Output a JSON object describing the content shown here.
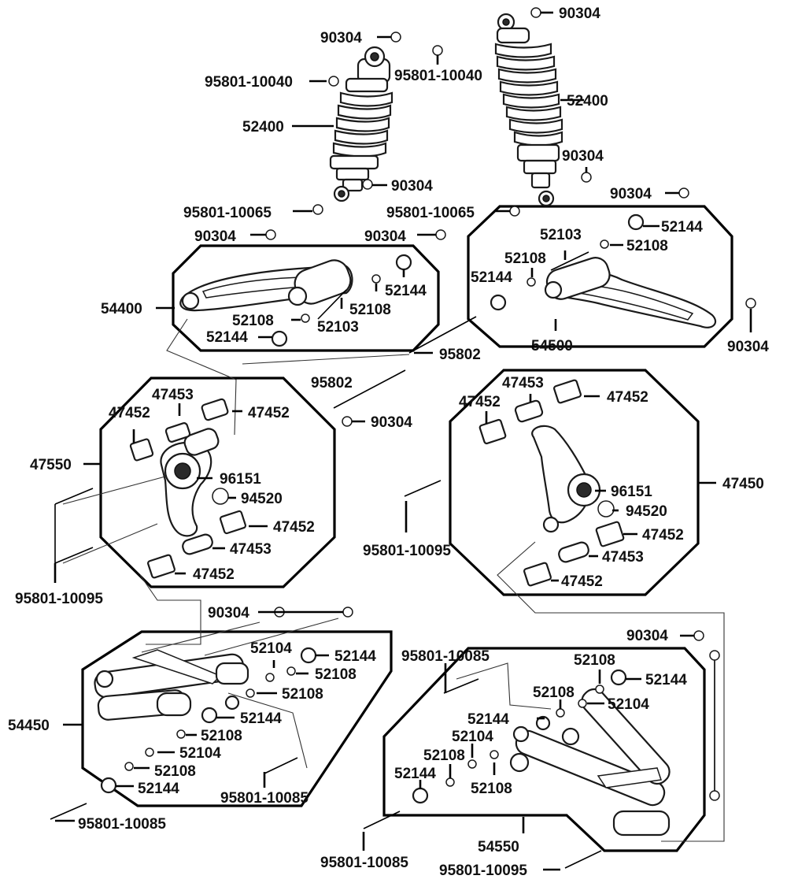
{
  "parts": {
    "p1": "90304",
    "p2": "90304",
    "p3": "95801-10040",
    "p4": "95801-10040",
    "p5": "52400",
    "p6": "52400",
    "p7": "90304",
    "p8": "90304",
    "p9": "95801-10065",
    "p10": "95801-10065",
    "p11": "90304",
    "p12": "90304",
    "p13": "90304",
    "p14": "52144",
    "p15": "52103",
    "p16": "52108",
    "p17": "52108",
    "p18": "52144",
    "p19": "54400",
    "p20": "52144",
    "p21": "52108",
    "p22": "52108",
    "p23": "52103",
    "p24": "52144",
    "p25": "54500",
    "p26": "90304",
    "p27": "95802",
    "p28": "95802",
    "p29": "90304",
    "p30": "47453",
    "p31": "47452",
    "p32": "47452",
    "p33": "47550",
    "p34": "96151",
    "p35": "94520",
    "p36": "47452",
    "p37": "47453",
    "p38": "47452",
    "p39": "95801-10095",
    "p40": "47453",
    "p41": "47452",
    "p42": "47452",
    "p43": "47450",
    "p44": "96151",
    "p45": "94520",
    "p46": "47452",
    "p47": "47453",
    "p48": "47452",
    "p49": "95801-10095",
    "p50": "90304",
    "p51": "52104",
    "p52": "52144",
    "p53": "52108",
    "p54": "52108",
    "p55": "54450",
    "p56": "52144",
    "p57": "52108",
    "p58": "52104",
    "p59": "52108",
    "p60": "52144",
    "p61": "95801-10085",
    "p62": "95801-10085",
    "p63": "90304",
    "p64": "95801-10085",
    "p65": "52108",
    "p66": "52144",
    "p67": "52108",
    "p68": "52104",
    "p69": "52144",
    "p70": "52104",
    "p71": "52108",
    "p72": "52144",
    "p73": "52108",
    "p74": "95801-10085",
    "p75": "54550",
    "p76": "95801-10095"
  }
}
